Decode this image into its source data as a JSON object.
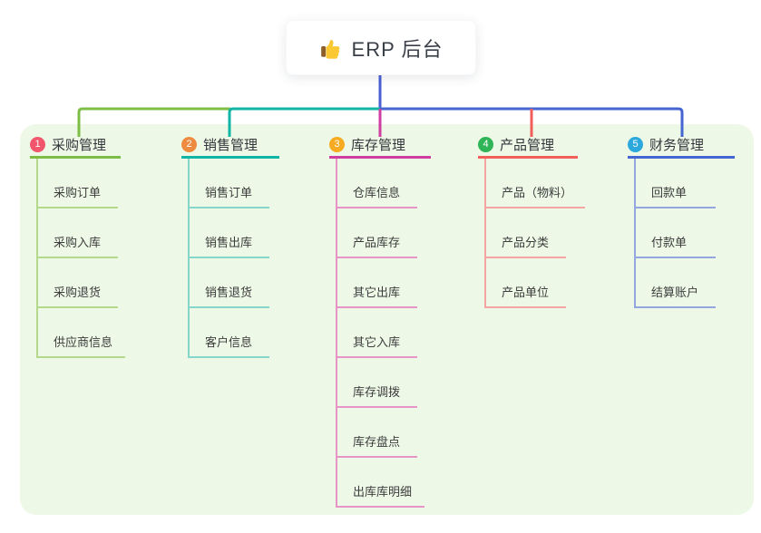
{
  "root": {
    "title": "ERP 后台",
    "icon": "thumbs-up-icon"
  },
  "colors": {
    "canvas_bg": "#ffffff",
    "panel_bg": "#edf8e7",
    "root_line": "#4a5fd3",
    "title_text": "#33373c",
    "item_text": "#3c3c3c"
  },
  "branches": [
    {
      "number": "1",
      "title": "采购管理",
      "badge_color": "#f1566d",
      "line_color": "#7cbd45",
      "item_line_color": "#b5d98b",
      "items": [
        "采购订单",
        "采购入库",
        "采购退货",
        "供应商信息"
      ]
    },
    {
      "number": "2",
      "title": "销售管理",
      "badge_color": "#ef8b41",
      "line_color": "#10b5a5",
      "item_line_color": "#86d6cb",
      "items": [
        "销售订单",
        "销售出库",
        "销售退货",
        "客户信息"
      ]
    },
    {
      "number": "3",
      "title": "库存管理",
      "badge_color": "#f6ab20",
      "line_color": "#cf3da0",
      "item_line_color": "#e795c6",
      "items": [
        "仓库信息",
        "产品库存",
        "其它出库",
        "其它入库",
        "库存调拨",
        "库存盘点",
        "出库库明细"
      ]
    },
    {
      "number": "4",
      "title": "产品管理",
      "badge_color": "#2fb457",
      "line_color": "#f25e5a",
      "item_line_color": "#f7a5a2",
      "items": [
        "产品（物料）",
        "产品分类",
        "产品单位"
      ]
    },
    {
      "number": "5",
      "title": "财务管理",
      "badge_color": "#2ca8dd",
      "line_color": "#4566d2",
      "item_line_color": "#93a7de",
      "items": [
        "回款单",
        "付款单",
        "结算账户"
      ]
    }
  ]
}
